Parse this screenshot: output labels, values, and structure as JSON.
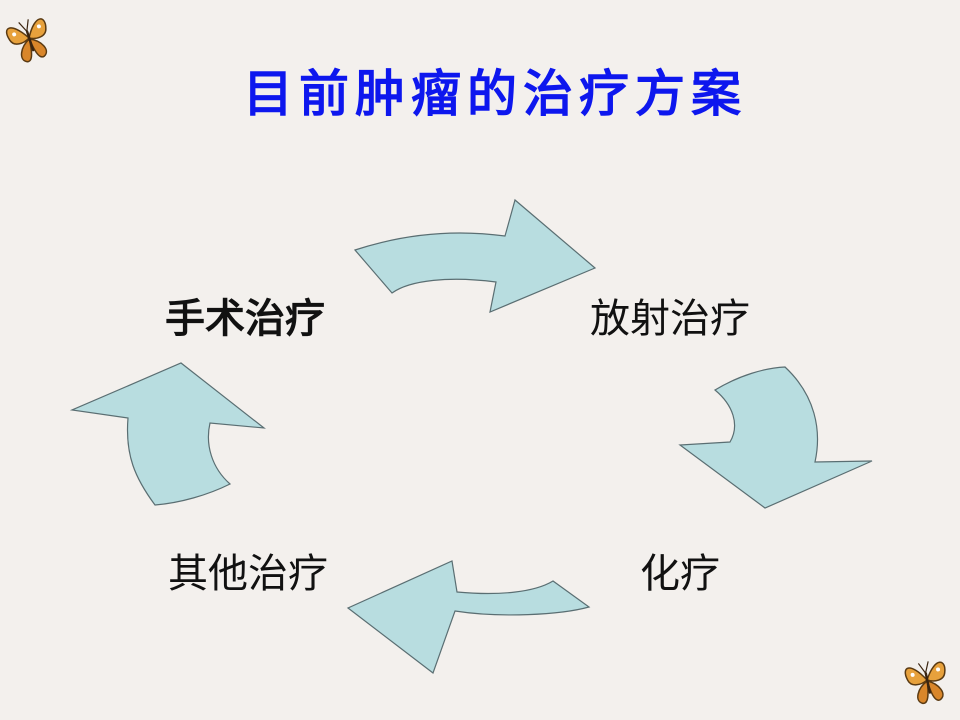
{
  "slide": {
    "title": "目前肿瘤的治疗方案",
    "cycle": {
      "nodes": [
        {
          "id": "surgery",
          "label": "手术治疗"
        },
        {
          "id": "radiotherapy",
          "label": "放射治疗"
        },
        {
          "id": "chemotherapy",
          "label": "化疗"
        },
        {
          "id": "other",
          "label": "其他治疗"
        }
      ],
      "arrow_color": "#b8dde0"
    },
    "decorations": {
      "top_left": "butterfly-icon",
      "bottom_right": "butterfly-icon"
    },
    "colors": {
      "title": "#0d17ee",
      "background": "#f3f0ed"
    }
  }
}
